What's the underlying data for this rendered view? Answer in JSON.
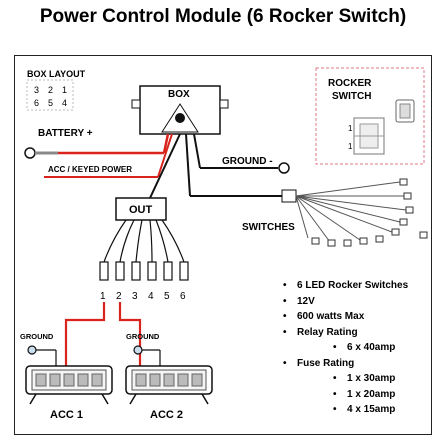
{
  "title": "Power Control Module (6 Rocker Switch)",
  "box_layout": {
    "label": "BOX LAYOUT",
    "rows": [
      [
        "3",
        "2",
        "1"
      ],
      [
        "6",
        "5",
        "4"
      ]
    ]
  },
  "box": {
    "label": "BOX"
  },
  "battery_label": "BATTERY +",
  "acc_label": "ACC / KEYED POWER",
  "ground_main_label": "GROUND -",
  "out_label": "OUT",
  "switches_label": "SWITCHES",
  "rocker": {
    "label_line1": "ROCKER",
    "label_line2": "SWITCH",
    "num_top": "1",
    "num_bottom": "1"
  },
  "out_wire_numbers": [
    "1",
    "2",
    "3",
    "4",
    "5",
    "6"
  ],
  "acc1": {
    "ground_label": "GROUND",
    "label": "ACC 1"
  },
  "acc2": {
    "ground_label": "GROUND",
    "label": "ACC 2"
  },
  "specs": [
    {
      "text": "6 LED Rocker Switches",
      "level": 0
    },
    {
      "text": "12V",
      "level": 0
    },
    {
      "text": "600 watts Max",
      "level": 0
    },
    {
      "text": "Relay Rating",
      "level": 0
    },
    {
      "text": "6 x 40amp",
      "level": 1
    },
    {
      "text": "Fuse Rating",
      "level": 0
    },
    {
      "text": "1 x 30amp",
      "level": 1
    },
    {
      "text": "1 x 20amp",
      "level": 1
    },
    {
      "text": "4 x 15amp",
      "level": 1
    }
  ],
  "colors": {
    "red_wire": "#d9231c",
    "black_wire": "#111111",
    "rocker_border": "#e07a8a"
  }
}
